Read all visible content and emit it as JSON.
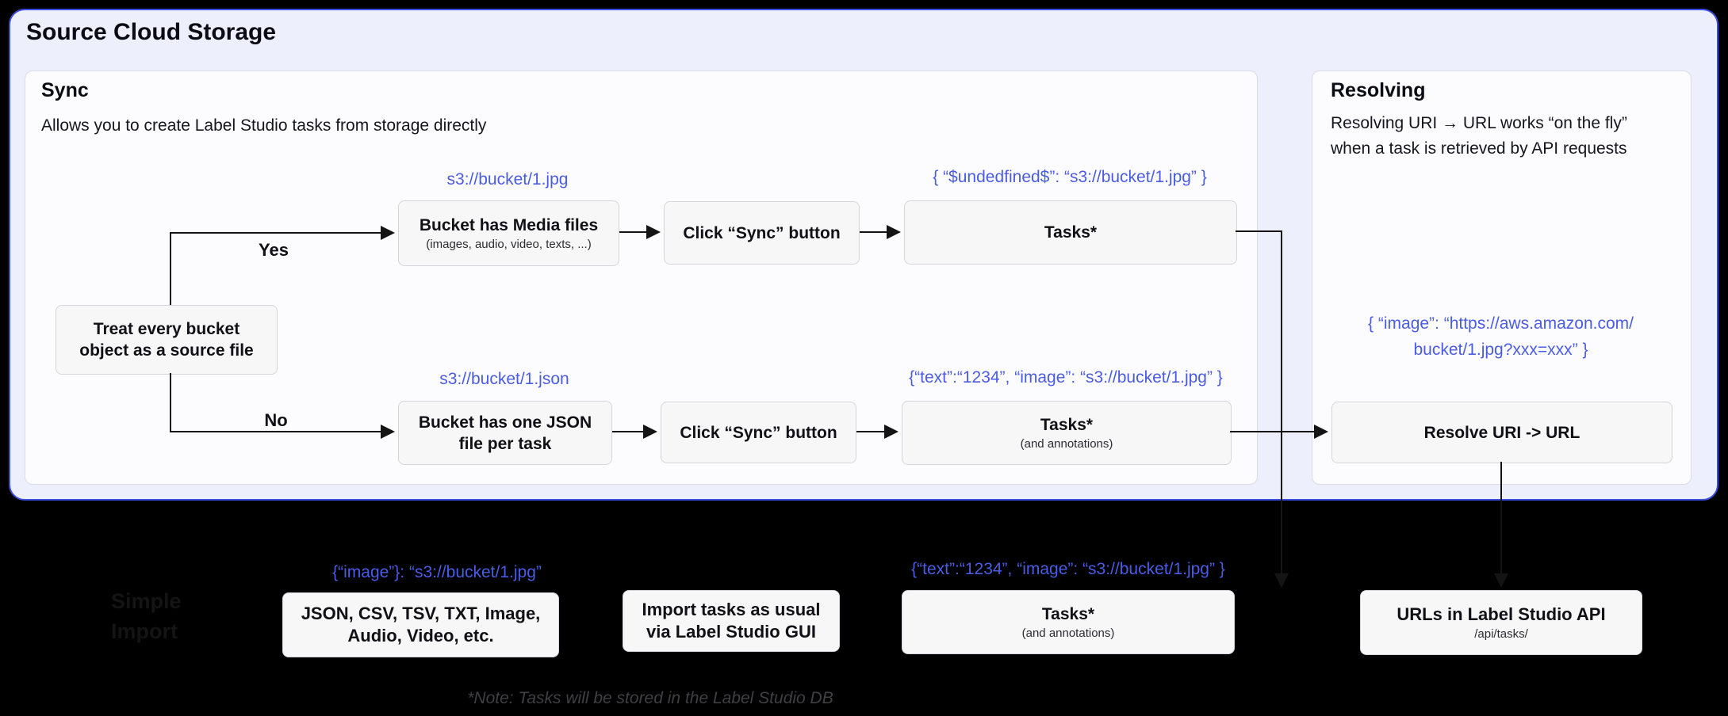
{
  "header": {
    "title": "Source Cloud Storage"
  },
  "sync": {
    "title": "Sync",
    "subtitle": "Allows you to create Label Studio tasks from storage directly",
    "decision": {
      "line1": "Treat every bucket",
      "line2": "object as a source file",
      "yes_label": "Yes",
      "no_label": "No"
    },
    "media_row": {
      "uri": "s3://bucket/1.jpg",
      "bucket_title": "Bucket has Media files",
      "bucket_subtitle": "(images, audio, video, texts, ...)",
      "sync_button": "Click “Sync” button",
      "tasks_json": "{ “$undedfined$”: “s3://bucket/1.jpg” }",
      "tasks_title": "Tasks*"
    },
    "json_row": {
      "uri": "s3://bucket/1.json",
      "bucket_line1": "Bucket has one JSON",
      "bucket_line2": "file per task",
      "sync_button": "Click “Sync” button",
      "tasks_json": "{“text”:“1234”,  “image”: “s3://bucket/1.jpg” }",
      "tasks_title": "Tasks*",
      "tasks_subtitle": "(and annotations)"
    }
  },
  "resolving": {
    "title": "Resolving",
    "desc_line1": "Resolving URI → URL works “on the fly”",
    "desc_line2": "when a task is retrieved by API requests",
    "json_line1": "{ “image”: “https://aws.amazon.com/",
    "json_line2": "bucket/1.jpg?xxx=xxx” }",
    "resolve_button": "Resolve URI -> URL"
  },
  "import_flow": {
    "faint_line1": "Simple",
    "faint_line2": "Import",
    "formats_json": "{“image”}: “s3://bucket/1.jpg”",
    "formats_line1": "JSON, CSV, TSV, TXT, Image,",
    "formats_line2": "Audio, Video, etc.",
    "gui_line1": "Import tasks as usual",
    "gui_line2": "via Label Studio GUI",
    "tasks_json": "{“text”:“1234”,  “image”: “s3://bucket/1.jpg” }",
    "tasks_title": "Tasks*",
    "tasks_subtitle": "(and annotations)",
    "api_title": "URLs in Label Studio API",
    "api_subtitle": "/api/tasks/",
    "note": "*Note: Tasks will be stored in the Label Studio DB"
  },
  "colors": {
    "accent_blue": "#4a5ce4",
    "panel_bg": "#edeffc",
    "panel_border": "#3c4ee0",
    "node_bg": "#f7f7f7",
    "line": "#141414"
  }
}
